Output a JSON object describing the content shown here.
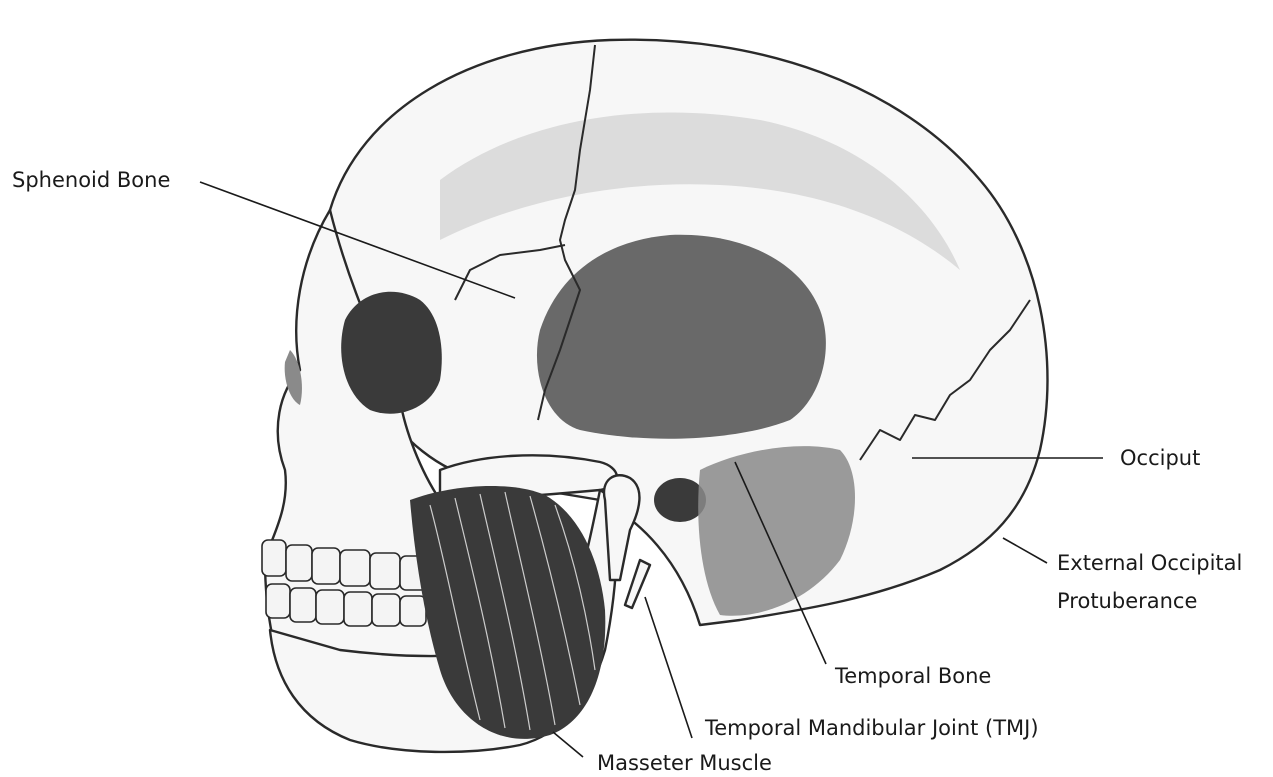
{
  "labels": {
    "sphenoid": "Sphenoid Bone",
    "occiput": "Occiput",
    "external_occipital_line1": "External Occipital",
    "external_occipital_line2": "Protuberance",
    "temporal_bone": "Temporal Bone",
    "tmj": "Temporal Mandibular Joint (TMJ)",
    "masseter": "Masseter Muscle"
  },
  "colors": {
    "ink": "#1a1a1a",
    "paper": "#ffffff"
  }
}
